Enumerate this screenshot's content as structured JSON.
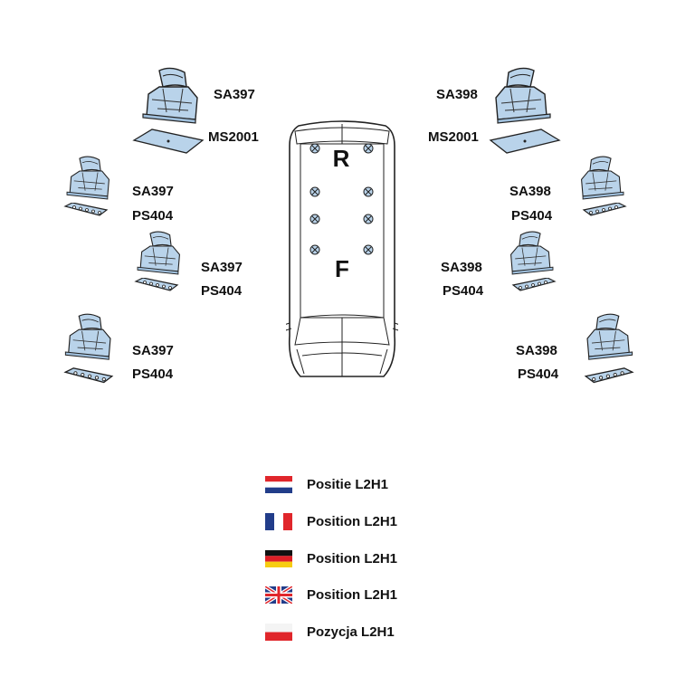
{
  "van": {
    "rear_marker": "R",
    "front_marker": "F"
  },
  "left": [
    {
      "part": "SA397",
      "accessory": "MS2001"
    },
    {
      "part": "SA397",
      "accessory": "PS404"
    },
    {
      "part": "SA397",
      "accessory": "PS404"
    },
    {
      "part": "SA397",
      "accessory": "PS404"
    }
  ],
  "right": [
    {
      "part": "SA398",
      "accessory": "MS2001"
    },
    {
      "part": "SA398",
      "accessory": "PS404"
    },
    {
      "part": "SA398",
      "accessory": "PS404"
    },
    {
      "part": "SA398",
      "accessory": "PS404"
    }
  ],
  "legend": [
    {
      "flag": "netherlands-flag",
      "text": "Positie L2H1"
    },
    {
      "flag": "france-flag",
      "text": "Position L2H1"
    },
    {
      "flag": "germany-flag",
      "text": "Position L2H1"
    },
    {
      "flag": "uk-flag",
      "text": "Position L2H1"
    },
    {
      "flag": "poland-flag",
      "text": "Pozycja L2H1"
    }
  ],
  "colors": {
    "part_fill": "#b9d3ea",
    "outline": "#222222"
  }
}
